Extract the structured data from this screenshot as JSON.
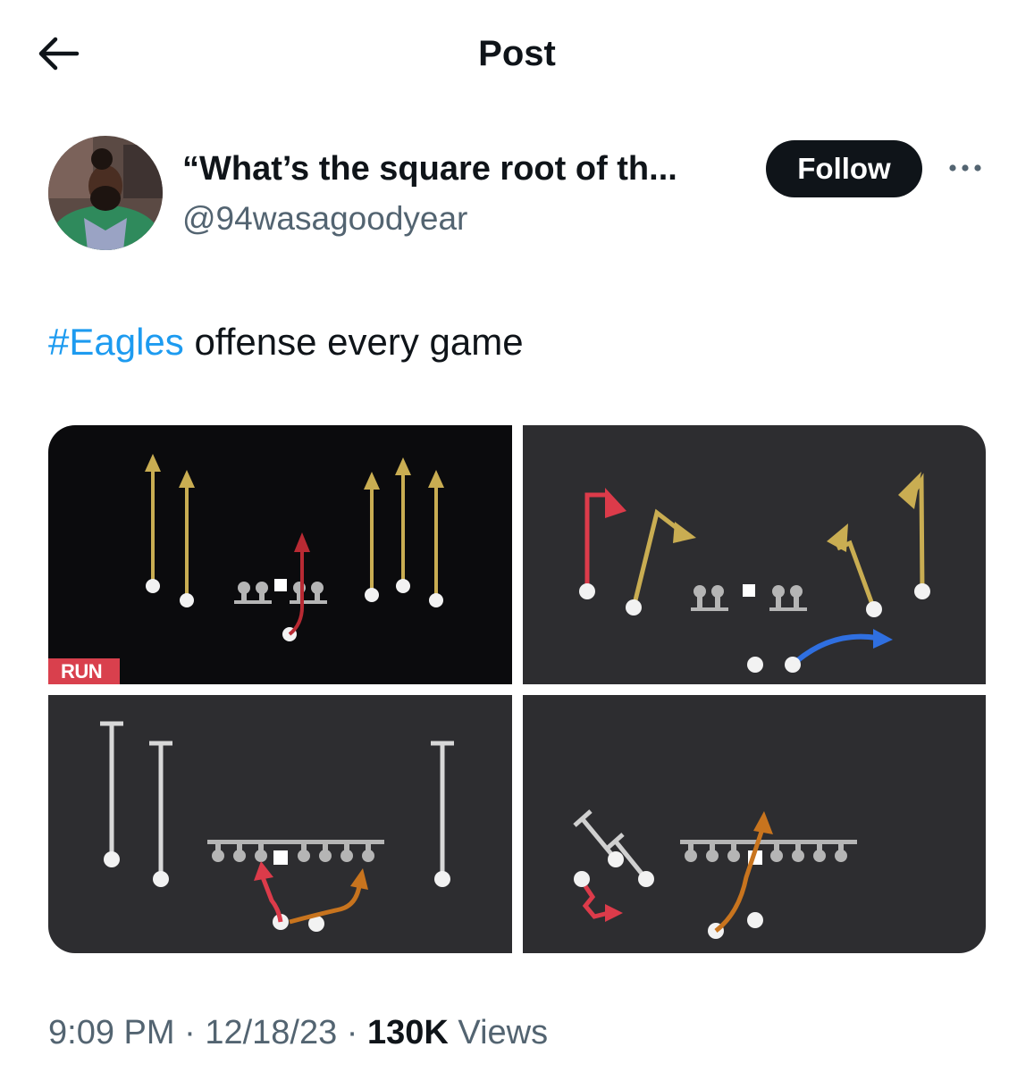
{
  "header": {
    "title": "Post",
    "back_icon": "arrow-left-icon"
  },
  "author": {
    "display_name": "“What’s the square root of th...",
    "handle": "@94wasagoodyear",
    "follow_label": "Follow",
    "more_icon": "more-horizontal-icon"
  },
  "tweet": {
    "hashtag": "#Eagles",
    "text": " offense every game"
  },
  "media": {
    "badge_label": "RUN",
    "colors": {
      "dark_panel": "#2d2d30",
      "black_panel": "#0b0b0d",
      "gold": "#c9ad52",
      "red": "#dc3b4a",
      "blue": "#2f6fe0",
      "orange": "#c8741e",
      "white": "#f2f2f2",
      "gray": "#b5b5b5",
      "badge": "#d9404d"
    }
  },
  "meta": {
    "time": "9:09 PM",
    "sep1": " · ",
    "date": "12/18/23",
    "sep2": " · ",
    "views_count": "130K",
    "views_label": " Views"
  }
}
